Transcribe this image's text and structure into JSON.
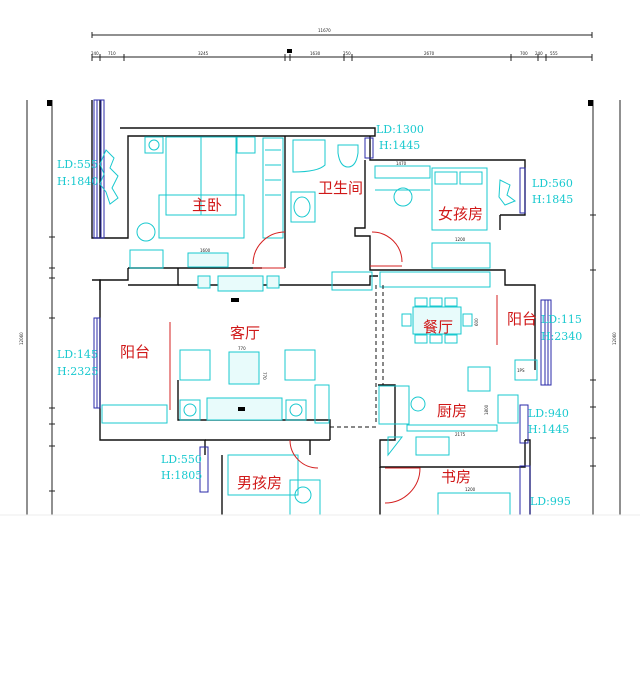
{
  "dimensions": {
    "overall": "11670",
    "segments": [
      "240",
      "710",
      "3245",
      "1630",
      "250",
      "2670",
      "700",
      "240",
      "555"
    ],
    "left_total": "12060",
    "right_total": "12060"
  },
  "rooms": {
    "master_bedroom": "主卧",
    "bathroom": "卫生间",
    "girl_room": "女孩房",
    "living_room": "客厅",
    "balcony_left": "阳台",
    "dining_room": "餐厅",
    "balcony_right": "阳台",
    "kitchen": "厨房",
    "boy_room": "男孩房",
    "study": "书房"
  },
  "windows": [
    {
      "ld": "LD:555",
      "h": "H:1840"
    },
    {
      "ld": "LD:1300",
      "h": "H:1445"
    },
    {
      "ld": "LD:560",
      "h": "H:1845"
    },
    {
      "ld": "LD:145",
      "h": "H:2325"
    },
    {
      "ld": "LD:115",
      "h": "H:2340"
    },
    {
      "ld": "LD:940",
      "h": "H:1445"
    },
    {
      "ld": "LD:550",
      "h": "H:1805"
    },
    {
      "ld": "LD:995"
    }
  ],
  "furniture_dims": {
    "coffee_table_w": "770",
    "coffee_table_h": "770",
    "girl_desk": "1470",
    "girl_wardrobe": "1200",
    "master_tv": "1600",
    "kitchen_counter": "2175",
    "kitchen_side": "1800",
    "dining_table": "600",
    "fridge": "1PS",
    "study_desk": "1200"
  }
}
